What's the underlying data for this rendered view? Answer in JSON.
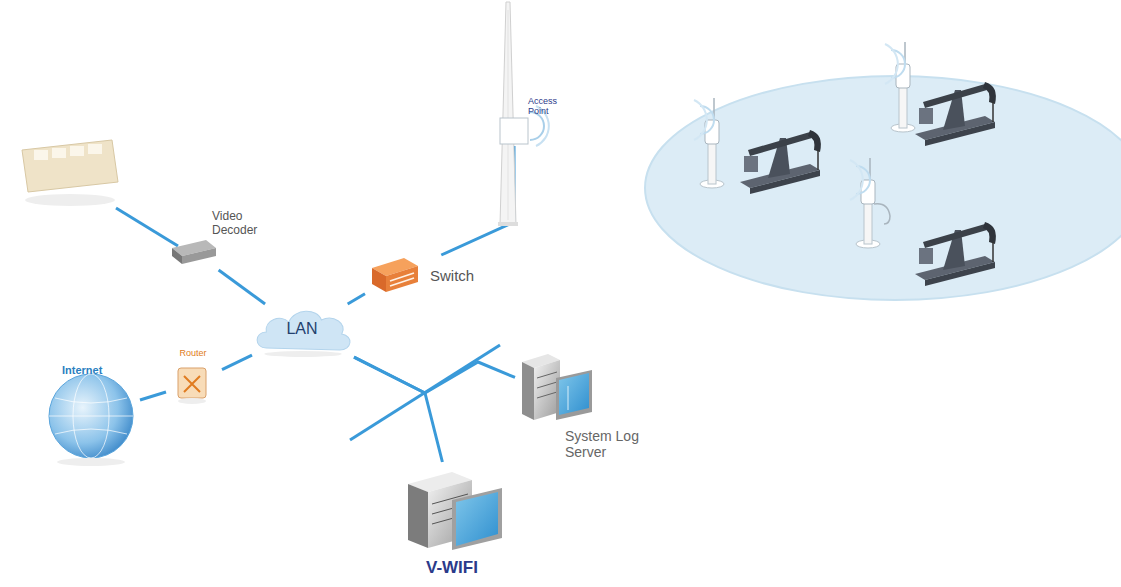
{
  "diagram": {
    "nodes": [
      {
        "text": [
          "LAN"
        ]
      },
      {
        "text": [
          "Video Decoder"
        ]
      },
      {
        "text": [
          "Switch"
        ]
      },
      {
        "text": [
          "Access Point"
        ]
      },
      {
        "text": [
          "Router"
        ]
      },
      {
        "text": [
          "Internet"
        ]
      },
      {
        "text": [
          "System Log Server"
        ]
      },
      {
        "text": [
          "V-WIFI"
        ]
      }
    ],
    "edges": [
      {
        "from": 0,
        "to": 1,
        "arrow": "none"
      },
      {
        "from": 0,
        "to": 2,
        "arrow": "none"
      },
      {
        "from": 2,
        "to": 3,
        "arrow": "none"
      },
      {
        "from": 0,
        "to": 4,
        "arrow": "none"
      },
      {
        "from": 4,
        "to": 5,
        "arrow": "none"
      },
      {
        "from": 0,
        "to": 6,
        "arrow": "none"
      },
      {
        "from": 0,
        "to": 7,
        "arrow": "none"
      }
    ]
  }
}
